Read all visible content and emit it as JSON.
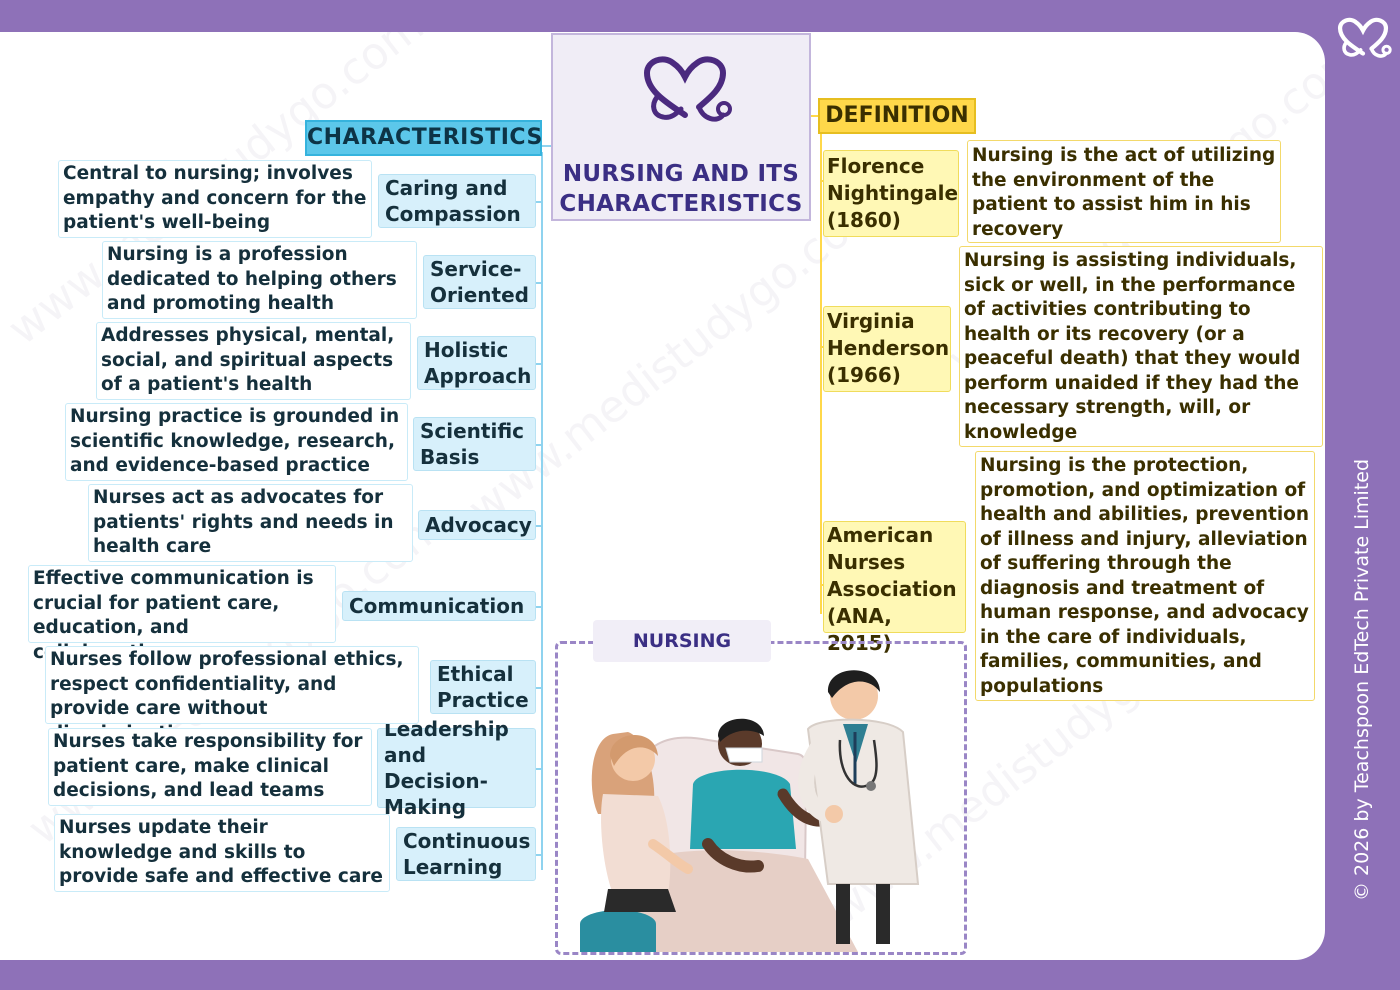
{
  "title_lines": [
    "NURSING AND ITS",
    "CHARACTERISTICS"
  ],
  "characteristics": {
    "header": "CHARACTERISTICS",
    "items": [
      {
        "label": "Caring and Compassion",
        "description": "Central to nursing; involves empathy and concern for the patient's well-being"
      },
      {
        "label": "Service-Oriented",
        "description": "Nursing is a profession dedicated to helping others and promoting health"
      },
      {
        "label": "Holistic Approach",
        "description": "Addresses physical, mental, social, and spiritual aspects of a patient's health"
      },
      {
        "label": "Scientific Basis",
        "description": "Nursing practice is grounded in scientific knowledge, research, and evidence-based practice"
      },
      {
        "label": "Advocacy",
        "description": "Nurses act as advocates for patients' rights and needs in health care"
      },
      {
        "label": "Communication",
        "description": "Effective communication is crucial for patient care, education, and collaboration"
      },
      {
        "label": "Ethical Practice",
        "description": "Nurses follow professional ethics, respect confidentiality, and provide care without discrimination"
      },
      {
        "label": "Leadership and Decision-Making",
        "description": "Nurses take responsibility for patient care, make clinical decisions, and lead teams"
      },
      {
        "label": "Continuous Learning",
        "description": "Nurses update their knowledge and skills to provide safe and effective care"
      }
    ]
  },
  "definition": {
    "header": "DEFINITION",
    "items": [
      {
        "source": "Florence Nightingale (1860)",
        "text": "Nursing is the act of utilizing the environment of the patient to assist him in his recovery"
      },
      {
        "source": "Virginia Henderson (1966)",
        "text": "Nursing is assisting individuals, sick or well, in the performance of activities contributing to health or its recovery (or a peaceful death) that they would perform unaided if they had the necessary strength, will, or knowledge"
      },
      {
        "source": "American Nurses Association (ANA, 2015)",
        "text": "Nursing is the protection, promotion, and optimization of health and abilities, prevention of illness and injury, alleviation of suffering through the diagnosis and treatment of human response, and advocacy in the care of individuals, families, communities, and populations"
      }
    ]
  },
  "illustration_label": "NURSING",
  "watermark": "www.medistudygo.com",
  "copyright": "© 2026 by Teachspoon EdTech Private Limited",
  "icons": {
    "center": "heart-stethoscope-icon",
    "brand": "heart-stethoscope-icon"
  },
  "colors": {
    "purple": "#8e71b8",
    "blue": "#5cc7ea",
    "yellow": "#ffd84a",
    "title": "#3b2f84"
  }
}
